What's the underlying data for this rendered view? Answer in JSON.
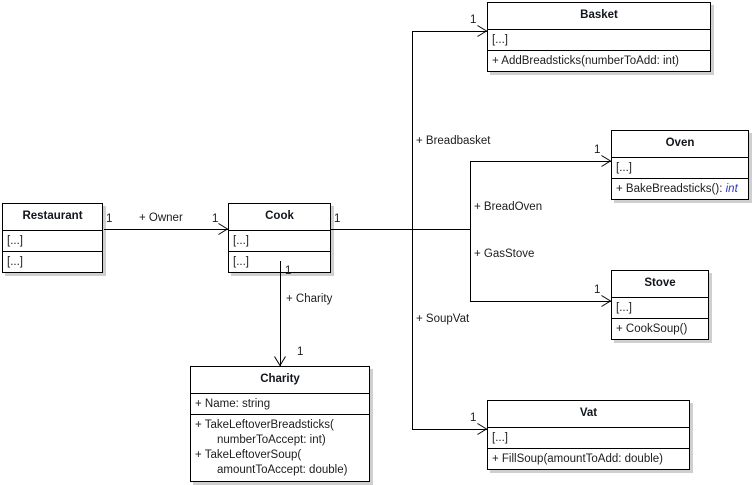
{
  "diagram": {
    "type": "uml-class-diagram",
    "background": "#ffffff",
    "line_color": "#000000",
    "text_color": "#1c1c1c",
    "shadow_color": "#cfcfcf",
    "italic_type_color": "#2b35c6",
    "ellipsis": "[...]"
  },
  "classes": {
    "restaurant": {
      "name": "Restaurant",
      "compartment_1": "[...]",
      "compartment_2": "[...]"
    },
    "cook": {
      "name": "Cook",
      "compartment_1": "[...]",
      "compartment_2": "[...]"
    },
    "basket": {
      "name": "Basket",
      "attributes": "[...]",
      "method_1": "+ AddBreadsticks(numberToAdd: int)"
    },
    "oven": {
      "name": "Oven",
      "attributes": "[...]",
      "method_1_text": "+ BakeBreadsticks():",
      "method_1_return": "int"
    },
    "stove": {
      "name": "Stove",
      "attributes": "[...]",
      "method_1": "+ CookSoup()"
    },
    "vat": {
      "name": "Vat",
      "attributes": "[...]",
      "method_1": "+ FillSoup(amountToAdd: double)"
    },
    "charity": {
      "name": "Charity",
      "attribute_1": "+ Name: string",
      "method_1_line_1": "+ TakeLeftoverBreadsticks(",
      "method_1_line_2": "numberToAccept: int)",
      "method_2_line_1": "+ TakeLeftoverSoup(",
      "method_2_line_2": "amountToAccept: double)"
    }
  },
  "associations": {
    "restaurant_cook": {
      "role": "+ Owner",
      "source_multiplicity": "1",
      "target_multiplicity": "1"
    },
    "cook_basket": {
      "role": "+ Breadbasket",
      "source_multiplicity": "1",
      "target_multiplicity": "1"
    },
    "cook_oven": {
      "role": "+ BreadOven",
      "target_multiplicity": "1"
    },
    "cook_stove": {
      "role": "+ GasStove",
      "target_multiplicity": "1"
    },
    "cook_vat": {
      "role": "+ SoupVat",
      "target_multiplicity": "1"
    },
    "cook_charity": {
      "role": "+ Charity",
      "source_multiplicity": "1",
      "target_multiplicity": "1"
    }
  }
}
